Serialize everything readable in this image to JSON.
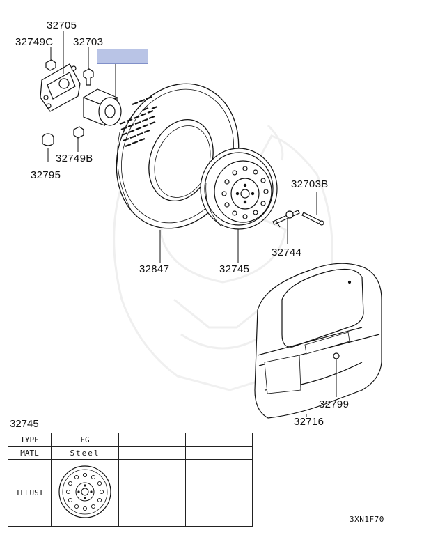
{
  "callouts": [
    {
      "id": "l-32705",
      "text": "32705"
    },
    {
      "id": "l-32749c",
      "text": "32749C"
    },
    {
      "id": "l-32703",
      "text": "32703"
    },
    {
      "id": "l-32749b",
      "text": "32749B"
    },
    {
      "id": "l-32795",
      "text": "32795"
    },
    {
      "id": "l-32703b",
      "text": "32703B"
    },
    {
      "id": "l-32744",
      "text": "32744"
    },
    {
      "id": "l-32847",
      "text": "32847"
    },
    {
      "id": "l-32745",
      "text": "32745"
    },
    {
      "id": "l-32799",
      "text": "32799"
    },
    {
      "id": "l-32716",
      "text": "32716"
    }
  ],
  "table": {
    "title": "32745",
    "rows": [
      {
        "header": "TYPE",
        "c1": "FG",
        "c2": "",
        "c3": ""
      },
      {
        "header": "MATL",
        "c1": "Steel",
        "c2": "",
        "c3": ""
      },
      {
        "header": "ILLUST",
        "c1": "",
        "c2": "",
        "c3": ""
      }
    ]
  },
  "figure_code": "3XN1F70",
  "highlight_color": "#b9c4e6"
}
